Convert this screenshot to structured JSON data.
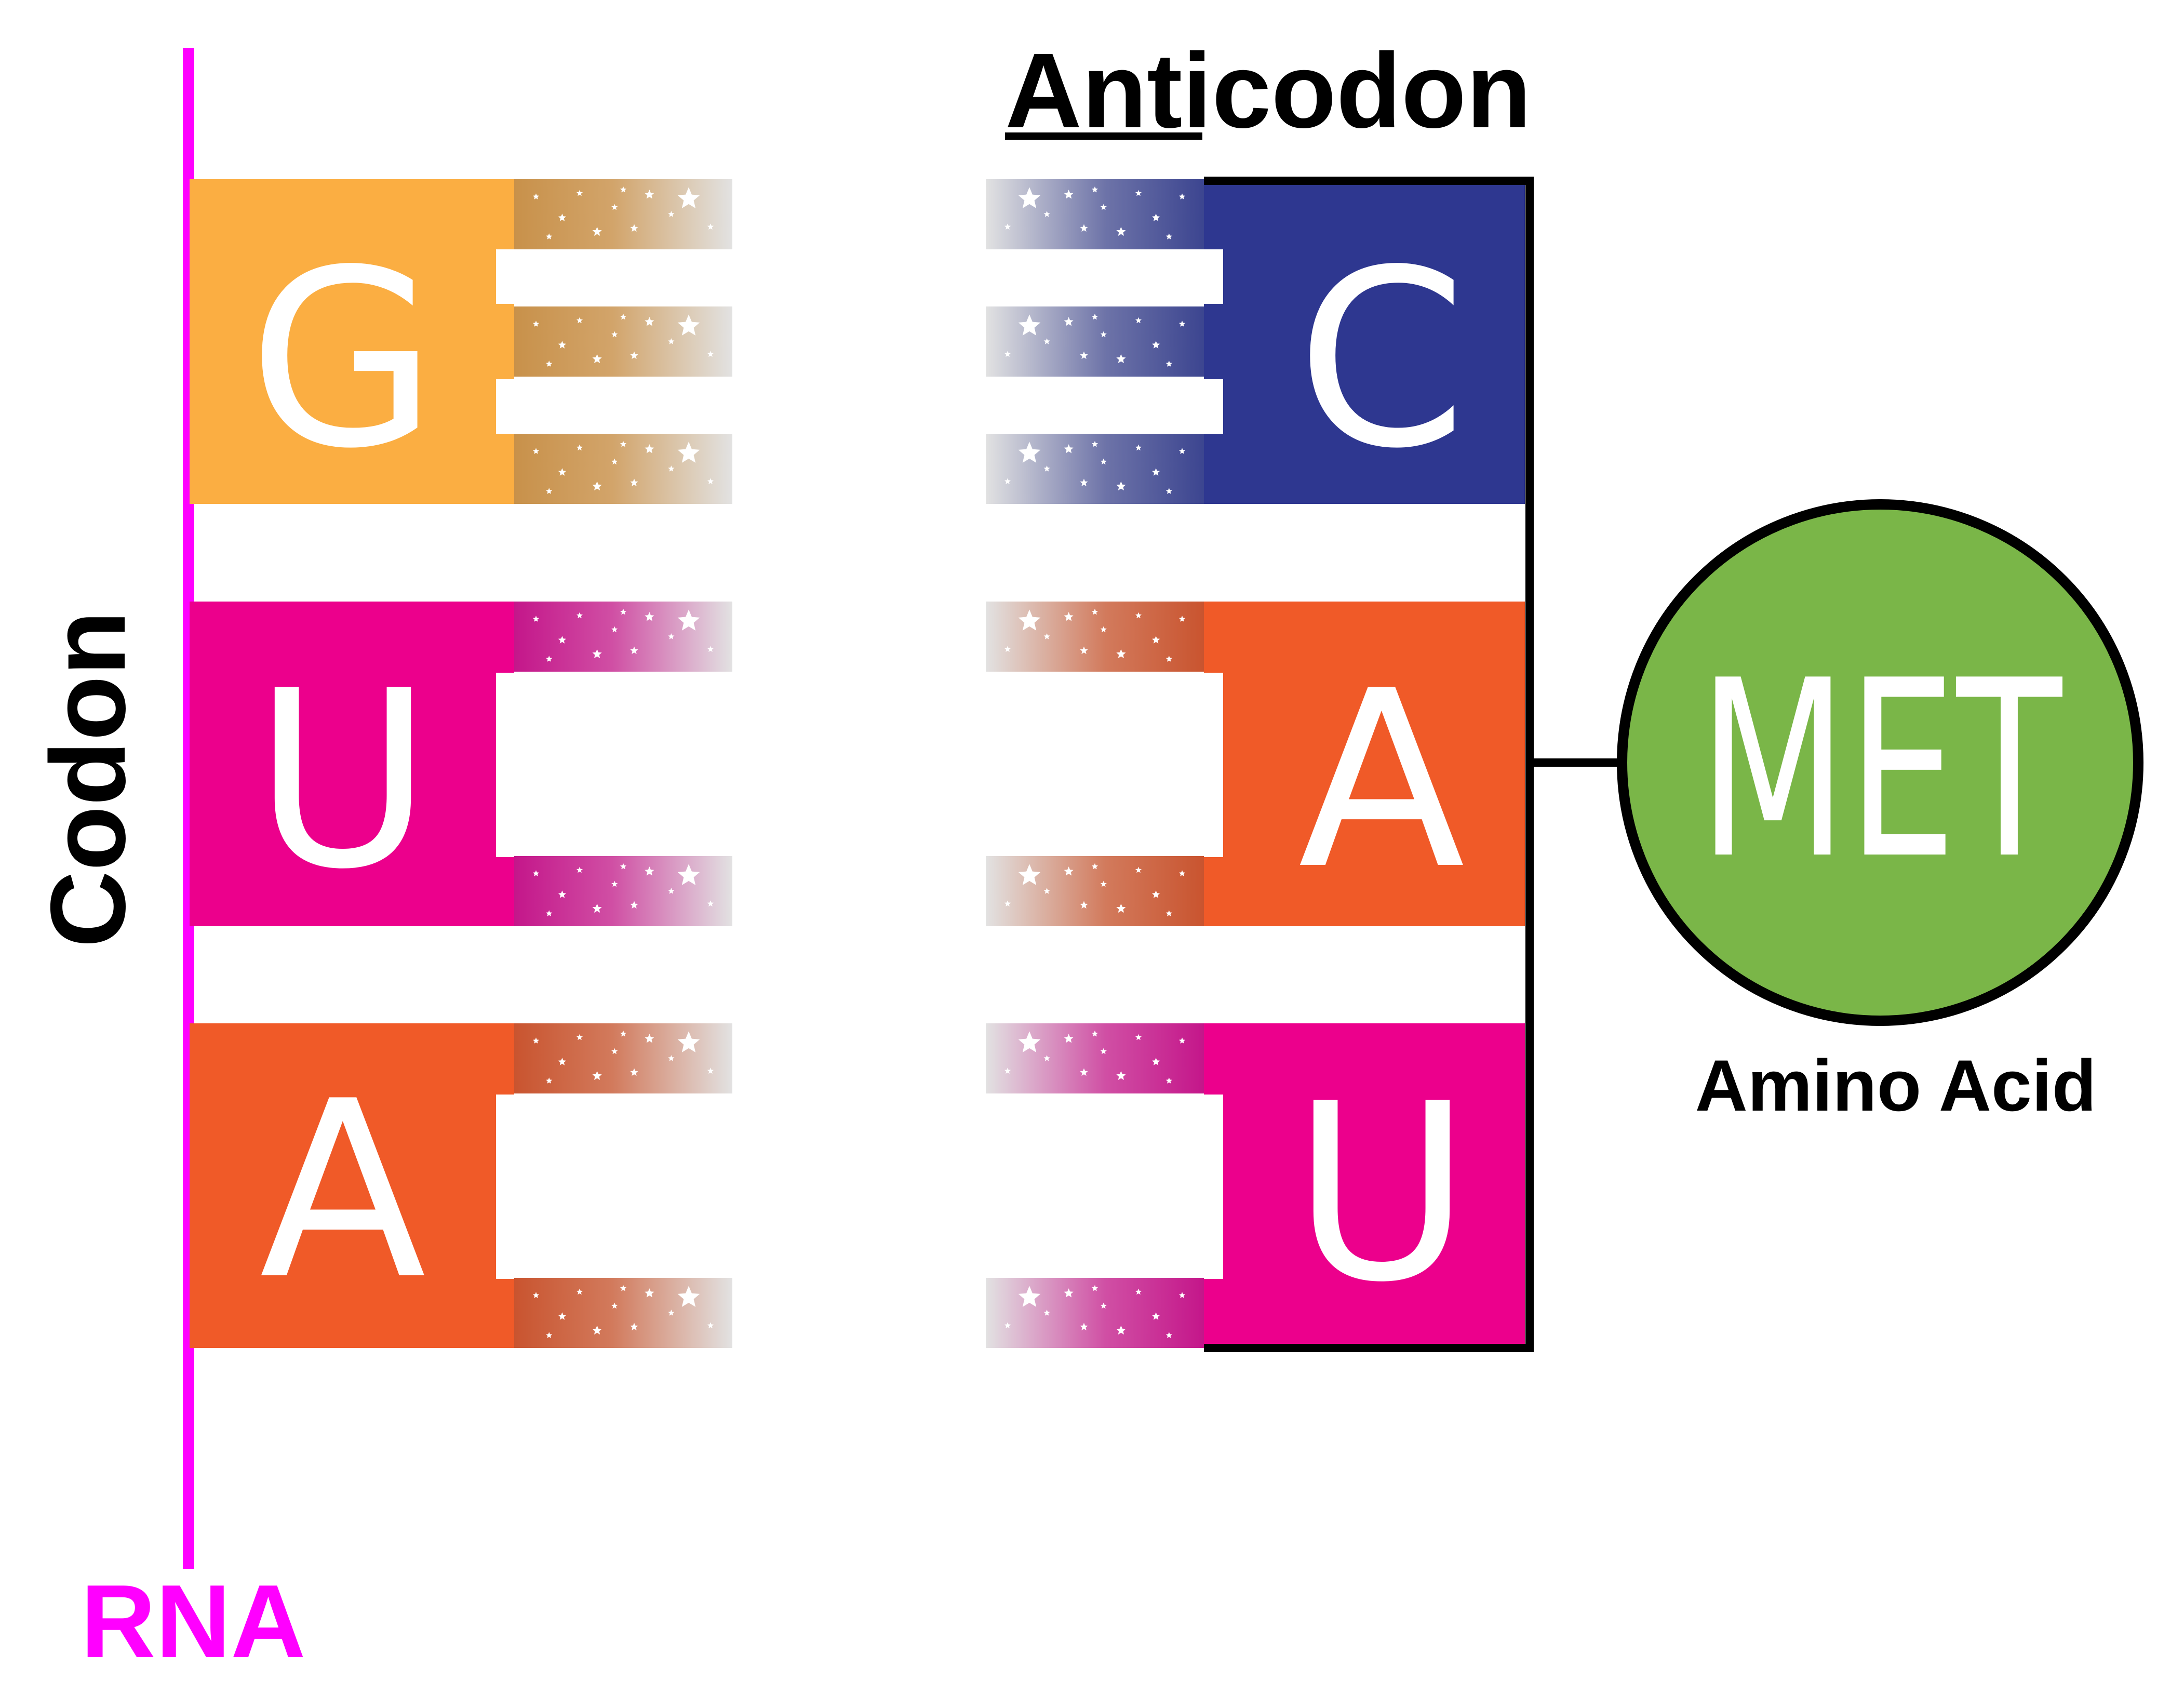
{
  "labels": {
    "anticodon_prefix": "Anti",
    "anticodon_suffix": "codon",
    "codon": "Codon",
    "rna": "RNA",
    "amino_acid_name": "MET",
    "amino_acid_caption": "Amino Acid"
  },
  "codon_bases": [
    {
      "letter": "G",
      "color": "#FBAE42",
      "stripe_color": "#C8914A",
      "bonds": 3
    },
    {
      "letter": "U",
      "color": "#EC008C",
      "stripe_color": "#C4168A",
      "bonds": 2
    },
    {
      "letter": "A",
      "color": "#F05A28",
      "stripe_color": "#C9542F",
      "bonds": 2
    }
  ],
  "anticodon_bases": [
    {
      "letter": "C",
      "color": "#2E3790",
      "stripe_color": "#3C4590",
      "bonds": 3
    },
    {
      "letter": "A",
      "color": "#F05A28",
      "stripe_color": "#C9542F",
      "bonds": 2
    },
    {
      "letter": "U",
      "color": "#EC008C",
      "stripe_color": "#C4168A",
      "bonds": 2
    }
  ],
  "colors": {
    "rna_backbone": "#FF00FF",
    "amino_acid_fill": "#7AB648",
    "outline": "#000000",
    "stripe_fade": "#E2E2E2"
  }
}
